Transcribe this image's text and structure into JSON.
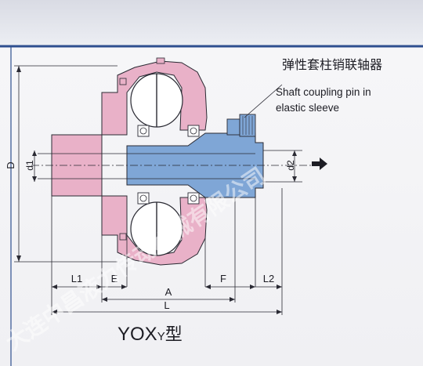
{
  "callout": {
    "title_cn": "弹性套柱销联轴器",
    "title_en_line1": "Shaft coupling pin in",
    "title_en_line2": "elastic sleeve"
  },
  "dimensions": {
    "D": "D",
    "d1": "d1",
    "d2": "d2",
    "L1": "L1",
    "E": "E",
    "A": "A",
    "F": "F",
    "L2": "L2",
    "L": "L"
  },
  "model": {
    "prefix": "YOX",
    "subscript": "Y",
    "suffix": "型"
  },
  "watermark": "大连中昌液力传动机械有限公司",
  "colors": {
    "housing": "#e9b1c8",
    "shaft_hub": "#7fa6d6",
    "outline": "#2a2a33",
    "frame_line": "#2e4f8f"
  }
}
